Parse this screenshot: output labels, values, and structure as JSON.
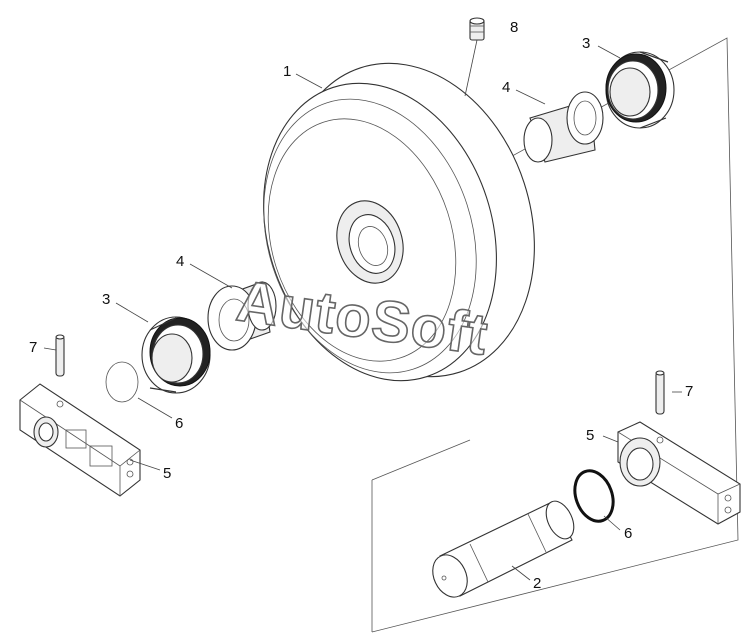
{
  "watermark": "AutoSoft",
  "labels": {
    "p1": "1",
    "p2": "2",
    "p3a": "3",
    "p3b": "3",
    "p4a": "4",
    "p4b": "4",
    "p5a": "5",
    "p5b": "5",
    "p6a": "6",
    "p6b": "6",
    "p7a": "7",
    "p7b": "7",
    "p8": "8"
  }
}
